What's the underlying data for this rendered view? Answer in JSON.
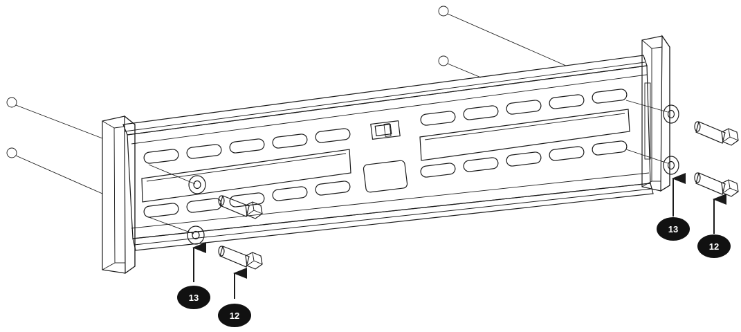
{
  "diagram": {
    "colors": {
      "line": "#1a1a1a",
      "callout_fill": "#111111",
      "callout_text": "#ffffff",
      "fill_light": "#ffffff",
      "fill_shade": "#dcdcdc"
    },
    "callouts": [
      {
        "id": "left-washer",
        "label": "13"
      },
      {
        "id": "left-bolt",
        "label": "12"
      },
      {
        "id": "right-washer",
        "label": "13"
      },
      {
        "id": "right-bolt",
        "label": "12"
      }
    ]
  }
}
